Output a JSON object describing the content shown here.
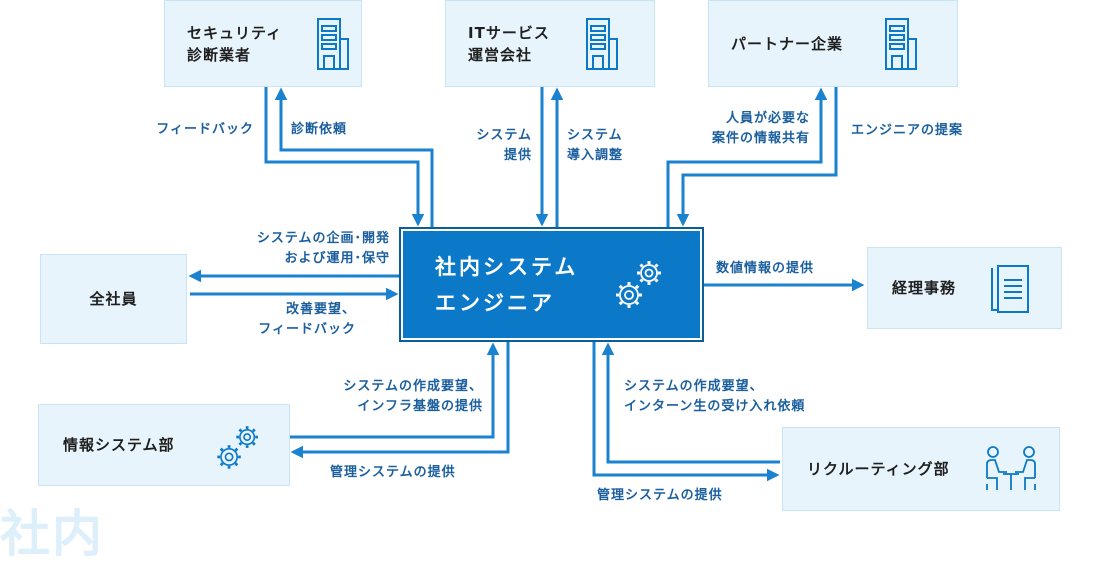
{
  "center": {
    "label": "社内システム\nエンジニア"
  },
  "nodes": {
    "security": "セキュリティ\n診断業者",
    "it_service": "ITサービス\n運営会社",
    "partner": "パートナー企業",
    "all_staff": "全社員",
    "accounting": "経理事務",
    "info_system": "情報システム部",
    "recruiting": "リクルーティング部"
  },
  "flows": {
    "feedback_top": "フィードバック",
    "diagnosis_request": "診断依頼",
    "system_provide": "システム\n提供",
    "system_adjust": "システム\n導入調整",
    "staff_info_share": "人員が必要な\n案件の情報共有",
    "engineer_proposal": "エンジニアの提案",
    "plan_dev": "システムの企画･開発\nおよび運用･保守",
    "improve_feedback": "改善要望、\nフィードバック",
    "numeric_info": "数値情報の提供",
    "info_request": "システムの作成要望、\nインフラ基盤の提供",
    "info_mgmt": "管理システムの提供",
    "recruit_request": "システムの作成要望、\nインターン生の受け入れ依頼",
    "recruit_mgmt": "管理システムの提供"
  },
  "watermark": "社内",
  "colors": {
    "primary": "#0b79c8",
    "arrow": "#1a82cf",
    "box_bg": "#e8f4fc",
    "label": "#1b5f9e"
  }
}
